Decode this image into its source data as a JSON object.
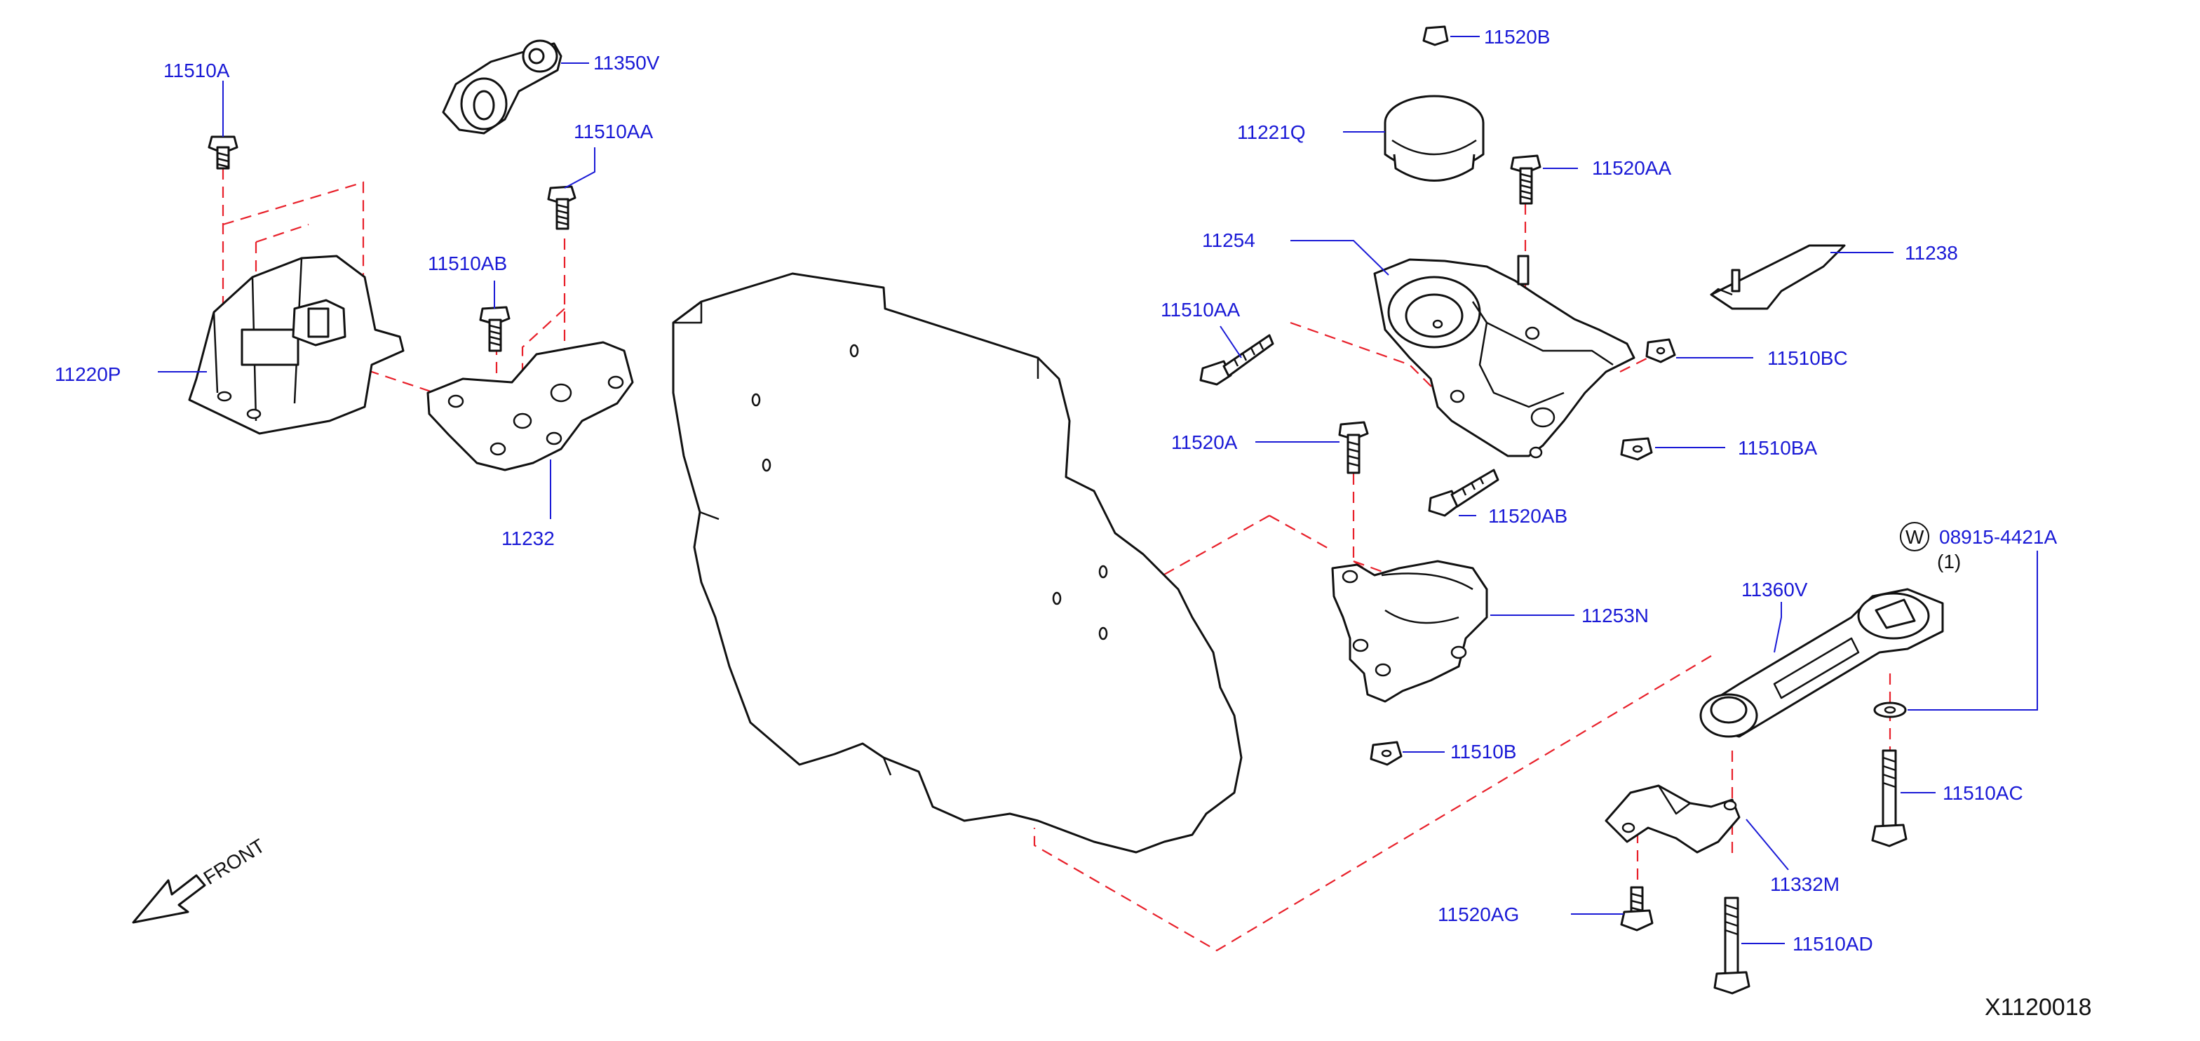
{
  "diagram": {
    "reference_code": "X1120018",
    "front_label": "FRONT",
    "washer_symbol": "W",
    "parts": [
      {
        "id": "11510A",
        "label": "11510A"
      },
      {
        "id": "11350V",
        "label": "11350V"
      },
      {
        "id": "11510AA_top",
        "label": "11510AA"
      },
      {
        "id": "11510AB",
        "label": "11510AB"
      },
      {
        "id": "11220P",
        "label": "11220P"
      },
      {
        "id": "11232",
        "label": "11232"
      },
      {
        "id": "11520B",
        "label": "11520B"
      },
      {
        "id": "11221Q",
        "label": "11221Q"
      },
      {
        "id": "11520AA",
        "label": "11520AA"
      },
      {
        "id": "11254",
        "label": "11254"
      },
      {
        "id": "11238",
        "label": "11238"
      },
      {
        "id": "11510AA_mid",
        "label": "11510AA"
      },
      {
        "id": "11510BC",
        "label": "11510BC"
      },
      {
        "id": "11520A",
        "label": "11520A"
      },
      {
        "id": "11510BA",
        "label": "11510BA"
      },
      {
        "id": "11520AB",
        "label": "11520AB"
      },
      {
        "id": "08915-4421A",
        "label": "08915-4421A",
        "qty": "(1)"
      },
      {
        "id": "11360V",
        "label": "11360V"
      },
      {
        "id": "11253N",
        "label": "11253N"
      },
      {
        "id": "11510B",
        "label": "11510B"
      },
      {
        "id": "11510AC",
        "label": "11510AC"
      },
      {
        "id": "11332M",
        "label": "11332M"
      },
      {
        "id": "11520AG",
        "label": "11520AG"
      },
      {
        "id": "11510AD",
        "label": "11510AD"
      }
    ]
  }
}
